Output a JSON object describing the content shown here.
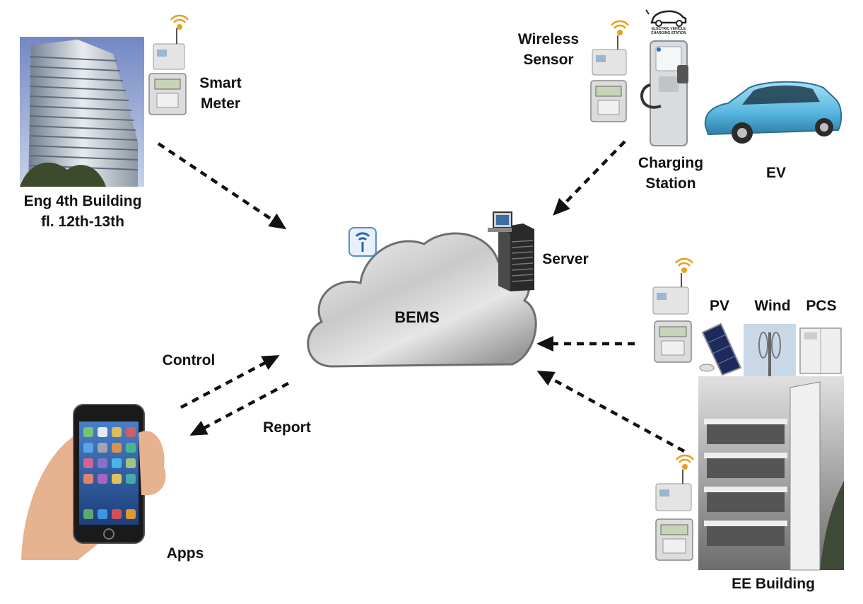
{
  "cloud": {
    "label": "BEMS"
  },
  "nodes": {
    "eng_building": {
      "line1": "Eng 4th Building",
      "line2": "fl. 12th-13th"
    },
    "smart_meter": {
      "line1": "Smart",
      "line2": "Meter"
    },
    "wireless_sensor": {
      "line1": "Wireless",
      "line2": "Sensor"
    },
    "charging_station": {
      "line1": "Charging",
      "line2": "Station",
      "sign_line1": "ELECTRIC VEHICLE",
      "sign_line2": "CHARGING STATION"
    },
    "ev": {
      "label": "EV"
    },
    "server": {
      "label": "Server"
    },
    "pv": {
      "label": "PV"
    },
    "wind": {
      "label": "Wind"
    },
    "pcs": {
      "label": "PCS"
    },
    "ee_building": {
      "label": "EE Building"
    },
    "apps": {
      "label": "Apps"
    }
  },
  "arrows": {
    "control": "Control",
    "report": "Report"
  },
  "colors": {
    "arrow": "#111111",
    "cloud_light": "#f2f2f2",
    "cloud_dark": "#9a9a9a",
    "ev_body": "#6fc3e8"
  }
}
